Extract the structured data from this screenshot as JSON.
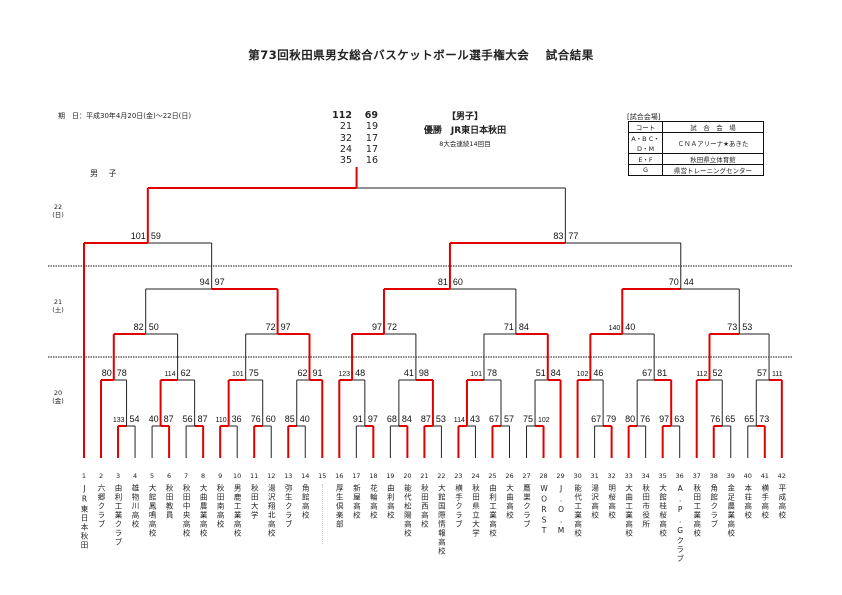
{
  "title": "第73回秋田県男女総合バスケットボール選手権大会　 試合結果",
  "period": "期　日：平成30年4月20日(金)～22日(日)",
  "boys_label": "男 子",
  "final_scores": [
    [
      "112",
      "69"
    ],
    [
      "21",
      "19"
    ],
    [
      "32",
      "17"
    ],
    [
      "24",
      "17"
    ],
    [
      "35",
      "16"
    ]
  ],
  "champion": {
    "heading": "【男子】",
    "winner": "優勝　JR東日本秋田",
    "streak": "8大会連続14回目"
  },
  "venue": {
    "caption": "[試合会場]",
    "header": [
      "コート",
      "試　合　会　場"
    ],
    "rows": [
      {
        "court": "A・B C・D・M",
        "place": "ＣＮＡアリーナ★あきた"
      },
      {
        "court": "E・F",
        "place": "秋田県立体育館"
      },
      {
        "court": "G",
        "place": "県営トレーニングセンター"
      }
    ]
  },
  "days": [
    {
      "day": "22",
      "weekday": "(日)"
    },
    {
      "day": "21",
      "weekday": "(土)"
    },
    {
      "day": "20",
      "weekday": "(金)"
    }
  ],
  "colors": {
    "winner_line": "#e00000",
    "loser_line": "#222222"
  },
  "teams": [
    {
      "no": "1",
      "name": "JR東日本秋田"
    },
    {
      "no": "2",
      "name": "六郷クラブ"
    },
    {
      "no": "3",
      "name": "由利工業クラブ"
    },
    {
      "no": "4",
      "name": "雄物川高校"
    },
    {
      "no": "5",
      "name": "大館鳳鳴高校"
    },
    {
      "no": "6",
      "name": "秋田教員"
    },
    {
      "no": "7",
      "name": "秋田中央高校"
    },
    {
      "no": "8",
      "name": "大曲農業高校"
    },
    {
      "no": "9",
      "name": "秋田南高校"
    },
    {
      "no": "10",
      "name": "男鹿工業高校"
    },
    {
      "no": "11",
      "name": "秋田大学"
    },
    {
      "no": "12",
      "name": "湯沢翔北高校"
    },
    {
      "no": "13",
      "name": "弥生クラブ"
    },
    {
      "no": "14",
      "name": "角館高校"
    },
    {
      "no": "15",
      "name": ""
    },
    {
      "no": "16",
      "name": "厚生倶楽部"
    },
    {
      "no": "17",
      "name": "新屋高校"
    },
    {
      "no": "18",
      "name": "花輪高校"
    },
    {
      "no": "19",
      "name": "由利高校"
    },
    {
      "no": "20",
      "name": "能代松陽高校"
    },
    {
      "no": "21",
      "name": "秋田西高校"
    },
    {
      "no": "22",
      "name": "大館国際情報高校"
    },
    {
      "no": "23",
      "name": "横手クラブ"
    },
    {
      "no": "24",
      "name": "秋田県立大学"
    },
    {
      "no": "25",
      "name": "由利工業高校"
    },
    {
      "no": "26",
      "name": "大曲高校"
    },
    {
      "no": "27",
      "name": "鷹巣クラブ"
    },
    {
      "no": "28",
      "name": "WORST"
    },
    {
      "no": "29",
      "name": "J.O.M"
    },
    {
      "no": "30",
      "name": "能代工業高校"
    },
    {
      "no": "31",
      "name": "湯沢高校"
    },
    {
      "no": "32",
      "name": "明桜高校"
    },
    {
      "no": "33",
      "name": "大曲工業高校"
    },
    {
      "no": "34",
      "name": "秋田市役所"
    },
    {
      "no": "35",
      "name": "大館桂桜高校"
    },
    {
      "no": "36",
      "name": "A.P.Gクラブ"
    },
    {
      "no": "37",
      "name": "秋田工業高校"
    },
    {
      "no": "38",
      "name": "角館クラブ"
    },
    {
      "no": "39",
      "name": "金足農業高校"
    },
    {
      "no": "40",
      "name": "本荘高校"
    },
    {
      "no": "41",
      "name": "横手高校"
    },
    {
      "no": "42",
      "name": "平成高校"
    }
  ],
  "bracket": {
    "round": "final",
    "score": [
      112,
      69
    ],
    "a": {
      "round": "sf",
      "score": [
        101,
        59
      ],
      "a": 1,
      "b": {
        "round": "r4",
        "score": [
          94,
          97
        ],
        "a": {
          "round": "r3",
          "score": [
            82,
            50
          ],
          "a": {
            "round": "r2",
            "score": [
              80,
              78
            ],
            "a": 2,
            "b": {
              "round": "r1",
              "score": [
                133,
                54
              ],
              "a": 3,
              "b": 4
            }
          },
          "b": {
            "round": "r2",
            "score": [
              114,
              62
            ],
            "a": {
              "round": "r1",
              "score": [
                40,
                87
              ],
              "a": 5,
              "b": 6
            },
            "b": {
              "round": "r1",
              "score": [
                56,
                87
              ],
              "a": 7,
              "b": 8
            }
          }
        },
        "b": {
          "round": "r3",
          "score": [
            72,
            97
          ],
          "a": {
            "round": "r2",
            "score": [
              101,
              75
            ],
            "a": {
              "round": "r1",
              "score": [
                110,
                36
              ],
              "a": 9,
              "b": 10
            },
            "b": {
              "round": "r1",
              "score": [
                76,
                60
              ],
              "a": 11,
              "b": 12
            }
          },
          "b": {
            "round": "r2",
            "score": [
              62,
              91
            ],
            "a": {
              "round": "r1",
              "score": [
                85,
                40
              ],
              "a": 13,
              "b": 14
            },
            "b": 15
          }
        }
      }
    },
    "b": {
      "round": "sf",
      "score": [
        83,
        77
      ],
      "a": {
        "round": "r4",
        "score": [
          81,
          60
        ],
        "a": {
          "round": "r3",
          "score": [
            97,
            72
          ],
          "a": {
            "round": "r2",
            "score": [
              123,
              48
            ],
            "a": 16,
            "b": {
              "round": "r1",
              "score": [
                91,
                97
              ],
              "a": 17,
              "b": 18
            }
          },
          "b": {
            "round": "r2",
            "score": [
              41,
              98
            ],
            "a": {
              "round": "r1",
              "score": [
                68,
                84
              ],
              "a": 19,
              "b": 20
            },
            "b": {
              "round": "r1",
              "score": [
                87,
                53
              ],
              "a": 21,
              "b": 22
            }
          }
        },
        "b": {
          "round": "r3",
          "score": [
            71,
            84
          ],
          "a": {
            "round": "r2",
            "score": [
              101,
              78
            ],
            "a": {
              "round": "r1",
              "score": [
                114,
                43
              ],
              "a": 23,
              "b": 24
            },
            "b": {
              "round": "r1",
              "score": [
                67,
                57
              ],
              "a": 25,
              "b": 26
            }
          },
          "b": {
            "round": "r2",
            "score": [
              51,
              84
            ],
            "a": {
              "round": "r1",
              "score": [
                75,
                102
              ],
              "a": 27,
              "b": 28
            },
            "b": 29
          }
        }
      },
      "b": {
        "round": "r4",
        "score": [
          70,
          44
        ],
        "a": {
          "round": "r3",
          "score": [
            140,
            40
          ],
          "a": {
            "round": "r2",
            "score": [
              102,
              46
            ],
            "a": 30,
            "b": {
              "round": "r1",
              "score": [
                67,
                79
              ],
              "a": 31,
              "b": 32
            }
          },
          "b": {
            "round": "r2",
            "score": [
              67,
              81
            ],
            "a": {
              "round": "r1",
              "score": [
                80,
                76
              ],
              "a": 33,
              "b": 34
            },
            "b": {
              "round": "r1",
              "score": [
                97,
                63
              ],
              "a": 35,
              "b": 36
            }
          }
        },
        "b": {
          "round": "r3",
          "score": [
            73,
            53
          ],
          "a": {
            "round": "r2",
            "score": [
              112,
              52
            ],
            "a": 37,
            "b": {
              "round": "r1",
              "score": [
                76,
                65
              ],
              "a": 38,
              "b": 39
            }
          },
          "b": {
            "round": "r2",
            "score": [
              57,
              111
            ],
            "a": {
              "round": "r1",
              "score": [
                65,
                73
              ],
              "a": 40,
              "b": 41
            },
            "b": 42
          }
        }
      }
    }
  }
}
